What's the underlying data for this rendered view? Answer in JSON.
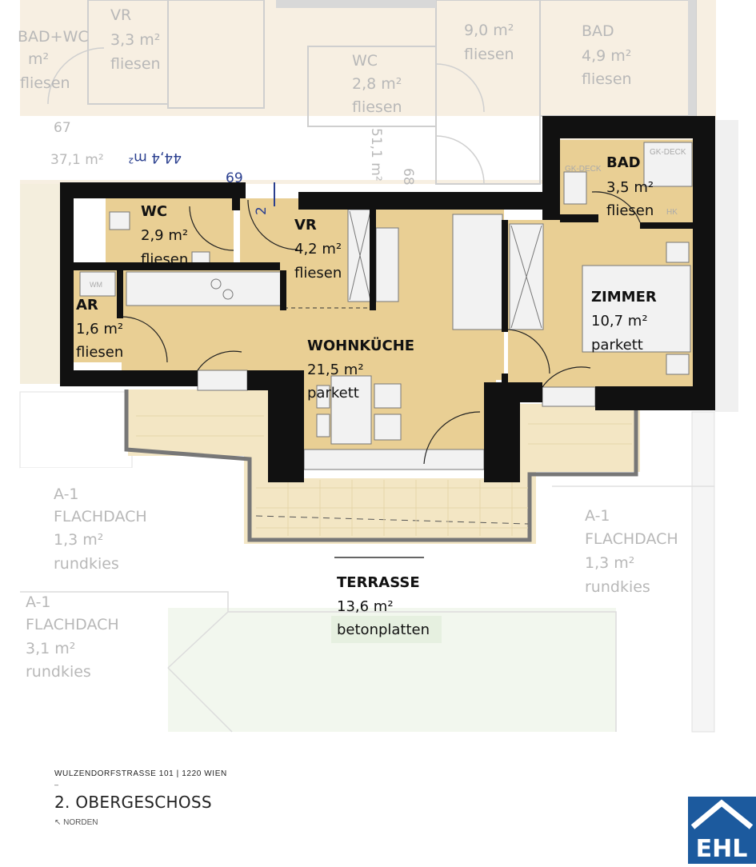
{
  "rooms": {
    "wc": {
      "name": "WC",
      "area": "2,9 m²",
      "floor": "fliesen"
    },
    "vr": {
      "name": "VR",
      "area": "4,2 m²",
      "floor": "fliesen"
    },
    "bad": {
      "name": "BAD",
      "area": "3,5 m²",
      "floor": "fliesen"
    },
    "ar": {
      "name": "AR",
      "area": "1,6 m²",
      "floor": "fliesen"
    },
    "wohnkueche": {
      "name": "WOHNKÜCHE",
      "area": "21,5 m²",
      "floor": "parkett"
    },
    "zimmer": {
      "name": "ZIMMER",
      "area": "10,7 m²",
      "floor": "parkett"
    },
    "terrasse": {
      "name": "TERRASSE",
      "area": "13,6 m²",
      "floor": "betonplatten"
    }
  },
  "neighbors": {
    "badwc_tl": {
      "name": "BAD+WC",
      "area": "m²",
      "floor": "fliesen"
    },
    "vr_top": {
      "area": "3,3 m²",
      "floor": "fliesen",
      "name": "VR"
    },
    "wc_top": {
      "name": "WC",
      "area": "2,8 m²",
      "floor": "fliesen"
    },
    "top_center": {
      "area": "9,0 m²",
      "floor": "fliesen"
    },
    "bad_top": {
      "name": "BAD",
      "area": "4,9 m²",
      "floor": "fliesen"
    },
    "top67": {
      "number": "67",
      "area": "37,1 m²"
    },
    "top68": {
      "number": "68",
      "area": "51,1 m²"
    },
    "top69": {
      "number": "69",
      "area": "44,4 m²"
    },
    "flach_left": {
      "code": "A-1",
      "name": "FLACHDACH",
      "area": "1,3 m²",
      "floor": "rundkies"
    },
    "flach_right": {
      "code": "A-1",
      "name": "FLACHDACH",
      "area": "1,3 m²",
      "floor": "rundkies"
    },
    "flach_bottom": {
      "code": "A-1",
      "name": "FLACHDACH",
      "area": "3,1 m²",
      "floor": "rundkies"
    }
  },
  "fixtures": {
    "gk_deck": "GK-DECK",
    "wm": "WM",
    "hk": "HK"
  },
  "footer": {
    "address": "WULZENDORFSTRASSE 101 | 1220 WIEN",
    "floor_title": "2. OBERGESCHOSS",
    "north_arrow": "↖",
    "north": "NORDEN"
  },
  "logo": {
    "text": "EHL",
    "color": "#1c5a9e"
  },
  "colors": {
    "wall": "#111111",
    "room": "#e9cf94",
    "terrace": "#f3e6c4",
    "neighbor": "#fbf1e2",
    "green": "#e6f0e0",
    "ghost_text": "#b8b8b8",
    "dim_blue": "#2a3f8f"
  }
}
